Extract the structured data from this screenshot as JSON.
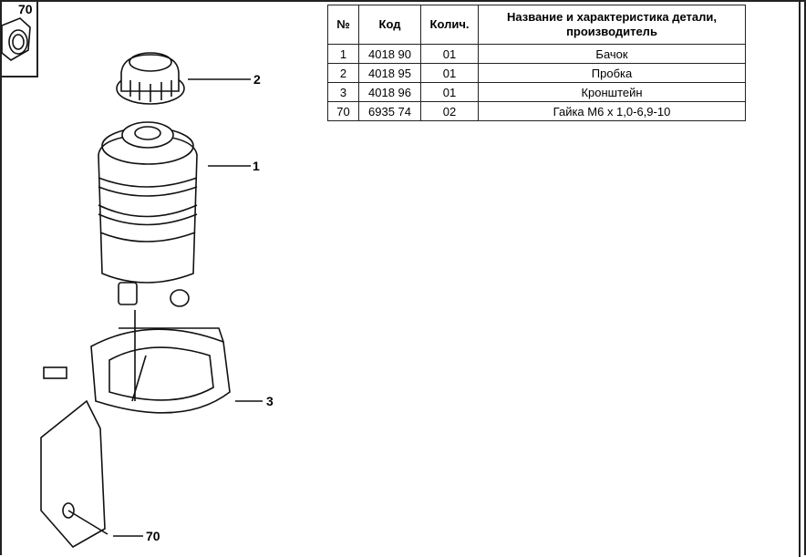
{
  "inset": {
    "label": "70"
  },
  "table": {
    "headers": [
      "№",
      "Код",
      "Колич.",
      "Название и характеристика детали, производитель"
    ],
    "rows": [
      [
        "1",
        "4018 90",
        "01",
        "Бачок"
      ],
      [
        "2",
        "4018 95",
        "01",
        "Пробка"
      ],
      [
        "3",
        "4018 96",
        "01",
        "Кронштейн"
      ],
      [
        "70",
        "6935 74",
        "02",
        "Гайка М6 x 1,0-6,9-10"
      ]
    ]
  },
  "callouts": {
    "c1": "1",
    "c2": "2",
    "c3": "3",
    "c70": "70"
  }
}
